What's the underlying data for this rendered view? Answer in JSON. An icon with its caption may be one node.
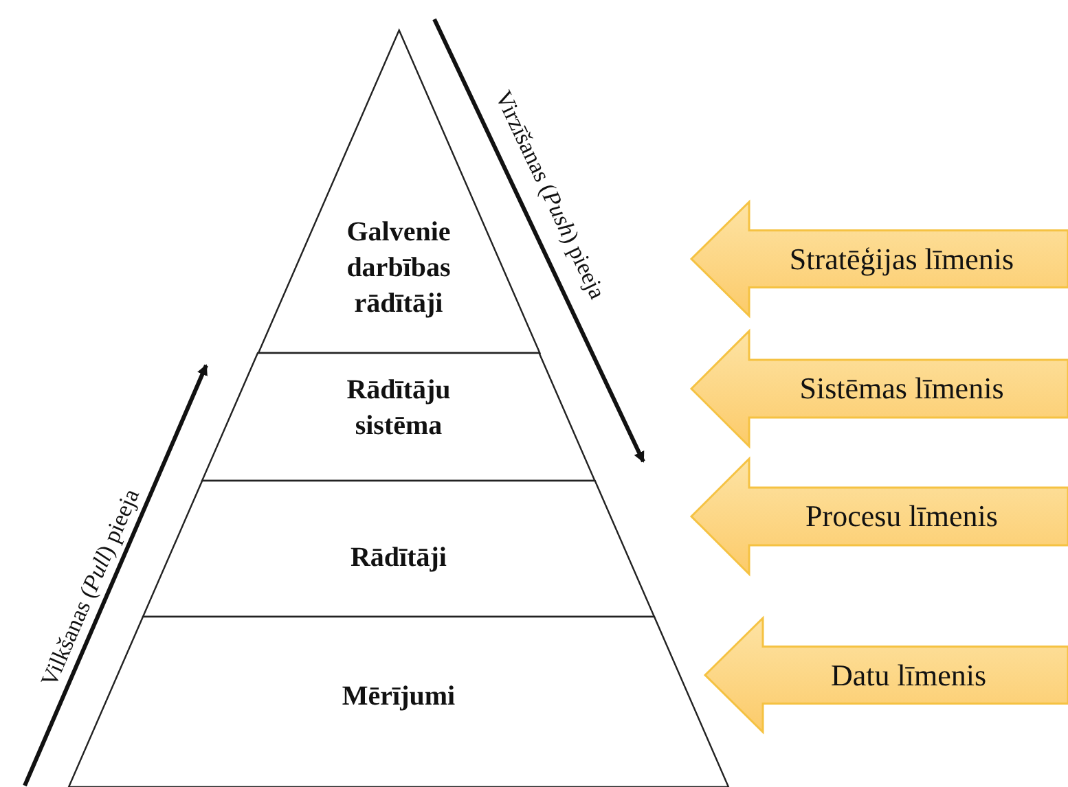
{
  "diagram": {
    "nodes": [
      {
        "text": [
          "Galvenie darbības rādītāji"
        ]
      },
      {
        "text": [
          "Rādītāju sistēma"
        ]
      },
      {
        "text": [
          "Rādītāji"
        ]
      },
      {
        "text": [
          "Mērījumi"
        ]
      },
      {
        "text": [
          "Stratēģijas līmenis"
        ]
      },
      {
        "text": [
          "Sistēmas līmenis"
        ]
      },
      {
        "text": [
          "Procesu līmenis"
        ]
      },
      {
        "text": [
          "Datu līmenis"
        ]
      }
    ],
    "labels": [
      "Virzīšanas (*Push*) pieeja",
      "Vilkšanas (*Pull*) pieeja"
    ]
  }
}
